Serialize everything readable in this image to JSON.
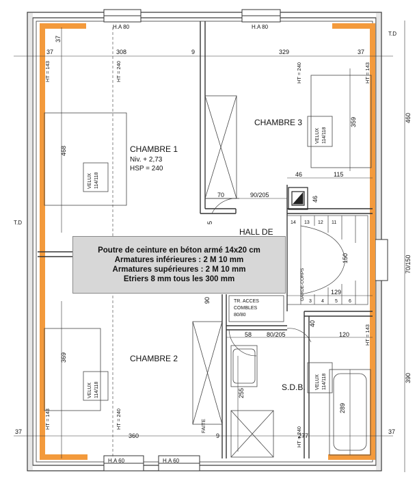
{
  "rooms": {
    "chambre1": "CHAMBRE 1",
    "chambre2": "CHAMBRE 2",
    "chambre3": "CHAMBRE 3",
    "hall": "HALL DE",
    "sdb": "S.D.B."
  },
  "level": {
    "niv": "Niv.  + 2,73",
    "hsp": "HSP = 240"
  },
  "windows": {
    "ha80": "H.A 80",
    "ha60": "H.A 60"
  },
  "td": "T.D",
  "velux": {
    "label": "VELUX",
    "size": "114/118"
  },
  "height_marks": {
    "ht143": "HT = 143",
    "ht240": "HT = 240"
  },
  "faite": "FAITE",
  "dims": {
    "d37": "37",
    "d308": "308",
    "d9": "9",
    "d329": "329",
    "d460": "460",
    "d468": "468",
    "d359": "359",
    "d46": "46",
    "d115": "115",
    "d70": "70",
    "d90_205": "90/205",
    "d70_150": "70/150",
    "d390": "390",
    "d369": "369",
    "d360": "360",
    "d277": "277",
    "d255": "255",
    "d289": "289",
    "d58": "58",
    "d80_205": "80/205",
    "d120": "120",
    "d40": "40",
    "d129": "129",
    "d150": "150",
    "d90": "90",
    "d5": "5"
  },
  "stairs": {
    "steps_top": [
      "14",
      "13",
      "12",
      "11"
    ],
    "steps_bottom": [
      "3",
      "4",
      "5",
      "6"
    ],
    "garde_corps": "GARDE-CORPS"
  },
  "tr_acces": {
    "line1": "TR. ACCES",
    "line2": "COMBLES",
    "line3": "80/80"
  },
  "callout": {
    "line1": "Poutre de ceinture en béton armé 14x20 cm",
    "line2": "Armatures inférieures : 2 M 10 mm",
    "line3": "Armatures supérieures : 2 M 10 mm",
    "line4": "Etriers 8 mm tous les 300 mm"
  },
  "colors": {
    "wall": "#3a3a3a",
    "orange": "#f39a3c",
    "line": "#222222",
    "grey_box": "#d7d7d7"
  }
}
